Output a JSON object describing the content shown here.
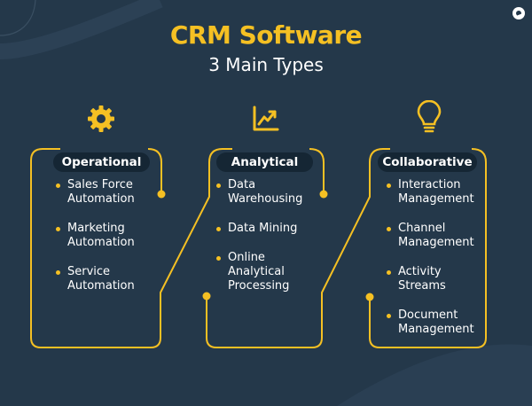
{
  "title": "CRM Software",
  "subtitle": "3 Main Types",
  "colors": {
    "background": "#24384a",
    "accent": "#f5c023",
    "pill_background": "#152634",
    "text": "#ffffff"
  },
  "types": [
    {
      "name": "Operational",
      "icon": "gear-icon",
      "items": [
        "Sales Force Automation",
        "Marketing Automation",
        "Service Automation"
      ]
    },
    {
      "name": "Analytical",
      "icon": "line-chart-icon",
      "items": [
        "Data Warehousing",
        "Data Mining",
        "Online Analytical Processing"
      ]
    },
    {
      "name": "Collaborative",
      "icon": "lightbulb-icon",
      "items": [
        "Interaction Management",
        "Channel Management",
        "Activity Streams",
        "Document Management"
      ]
    }
  ]
}
